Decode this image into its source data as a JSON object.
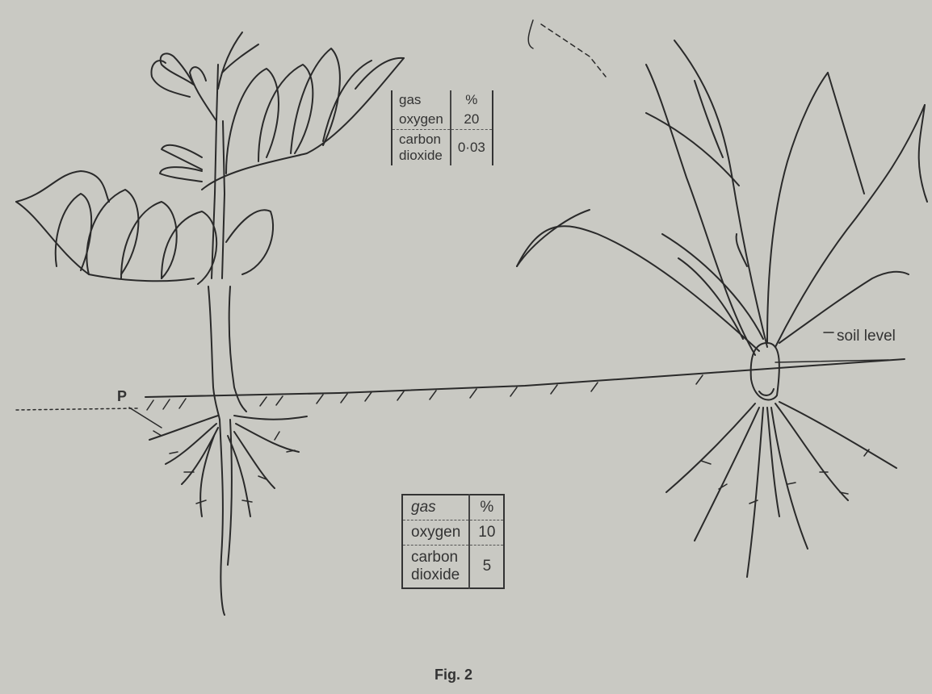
{
  "air_table": {
    "header": {
      "gas": "gas",
      "percent": "%"
    },
    "rows": [
      {
        "gas": "oxygen",
        "percent": "20"
      },
      {
        "gas": "carbon dioxide",
        "gas_line1": "carbon",
        "gas_line2": "dioxide",
        "percent": "0·03"
      }
    ]
  },
  "soil_table": {
    "header": {
      "gas": "gas",
      "percent": "%"
    },
    "rows": [
      {
        "gas": "oxygen",
        "percent": "10"
      },
      {
        "gas": "carbon dioxide",
        "gas_line1": "carbon",
        "gas_line2": "dioxide",
        "percent": "5"
      }
    ]
  },
  "labels": {
    "soil_level": "soil level",
    "point_p": "P",
    "caption": "Fig. 2"
  },
  "colors": {
    "background": "#c9c9c3",
    "ink": "#2a2a2a"
  }
}
